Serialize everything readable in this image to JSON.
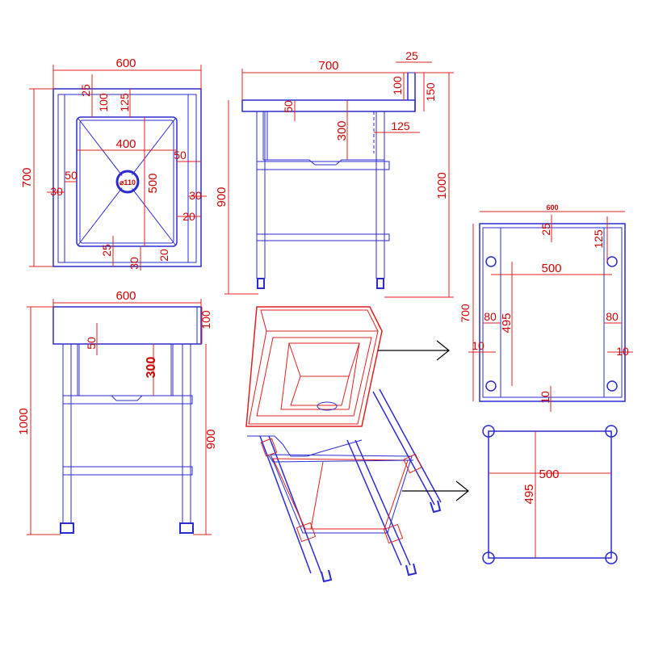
{
  "colors": {
    "outline": "#2b2bd0",
    "dimension": "#d00000",
    "pointer": "#000000",
    "background": "#ffffff"
  },
  "top_view": {
    "width": "600",
    "depth": "700",
    "bowl_width": "400",
    "bowl_depth": "500",
    "d_25": "25",
    "d_100": "100",
    "d_125": "125",
    "d_50_right": "50",
    "d_50_left": "50",
    "d_30_left": "30",
    "d_30_right": "30",
    "d_20_right": "20",
    "d_25_bottom": "25",
    "d_30_bottom": "30",
    "d_20_bottom": "20",
    "drain": "⌀110"
  },
  "side_view": {
    "width": "700",
    "d_25": "25",
    "d_100": "100",
    "d_150": "150",
    "d_50": "50",
    "d_300": "300",
    "d_125": "125",
    "height_900": "900",
    "height_1000": "1000"
  },
  "front_view": {
    "width": "600",
    "d_100": "100",
    "d_50": "50",
    "d_300": "300",
    "height_1000": "1000",
    "height_900": "900"
  },
  "frame_plan": {
    "width": "600",
    "depth": "700",
    "d_25": "25",
    "d_125": "125",
    "inner_width": "500",
    "inner_depth": "495",
    "d_80_left": "80",
    "d_80_right": "80",
    "d_10_left": "10",
    "d_10_right": "10",
    "d_10_bottom": "10"
  },
  "leg_plan": {
    "inner_width": "500",
    "inner_depth": "495"
  },
  "icons": [
    "pointer-arrow-icon",
    "pointer-arrow-icon"
  ]
}
